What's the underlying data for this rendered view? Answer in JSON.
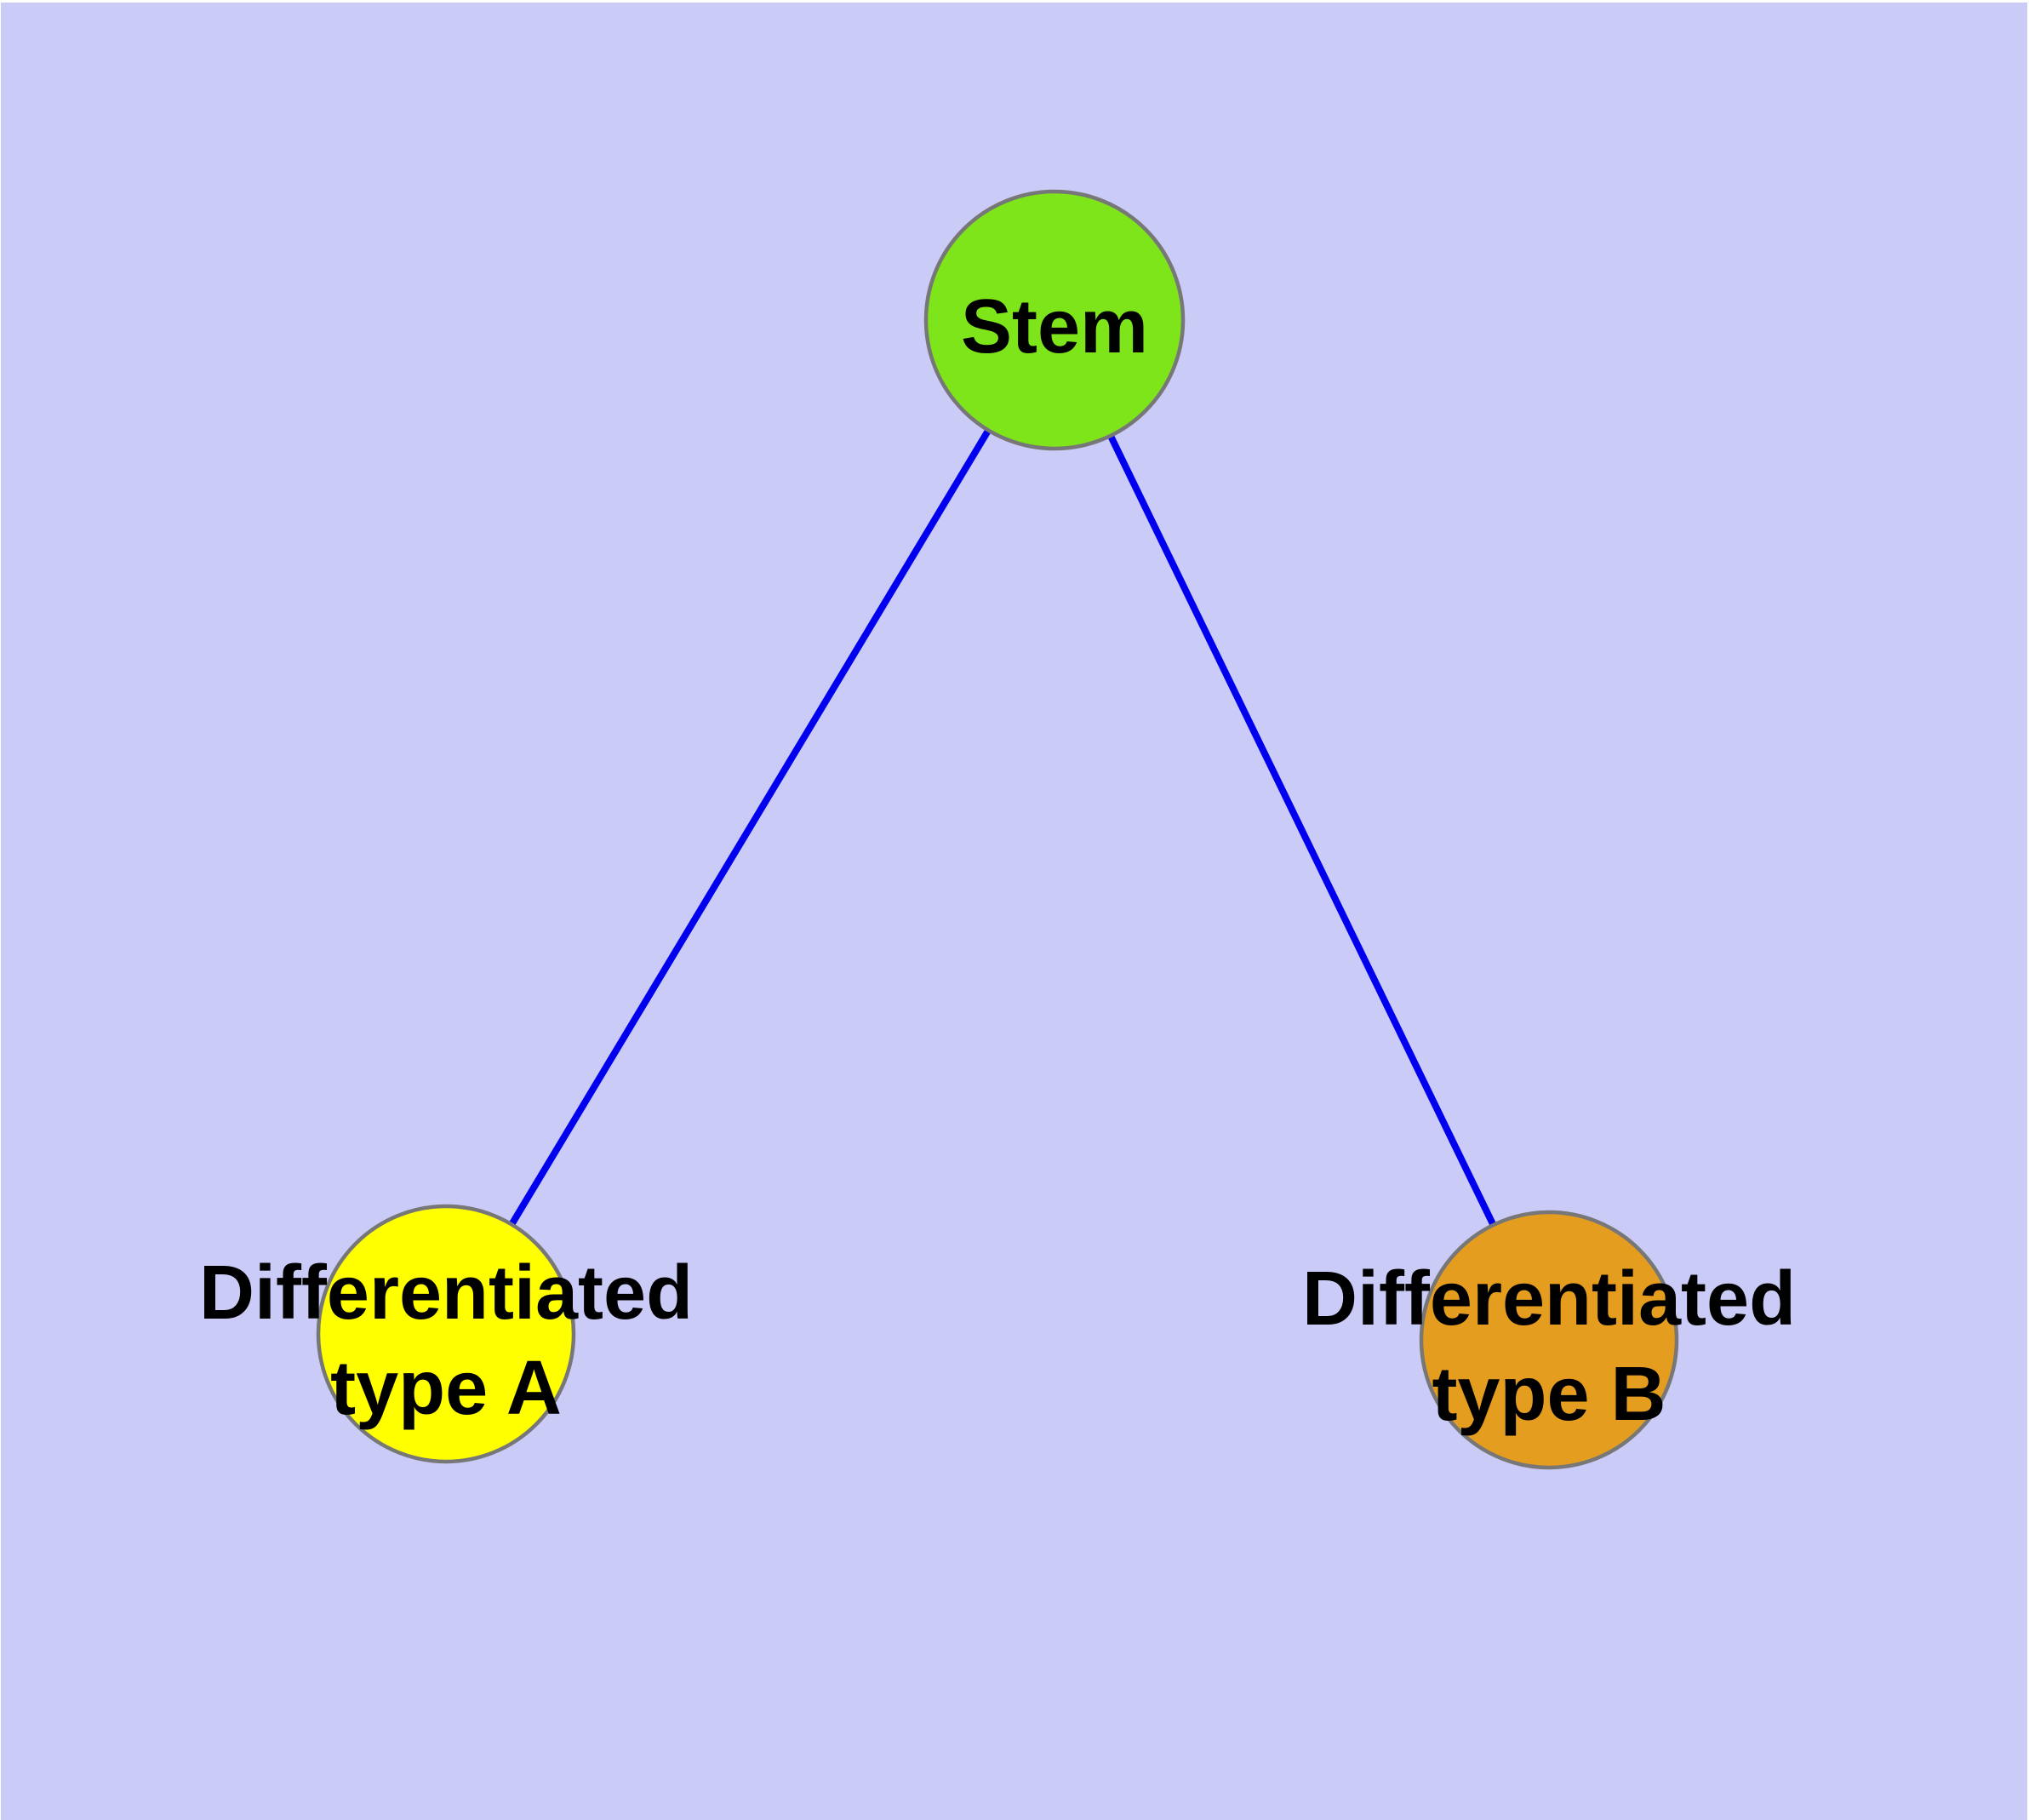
{
  "style": {
    "background": "#cbcbf7",
    "edge": "#0000ee",
    "node_border": "#777777",
    "text": "#000000"
  },
  "graph": {
    "nodes": [
      {
        "id": "stem",
        "label_lines": [
          "Stem"
        ],
        "fill": "#7ee51b"
      },
      {
        "id": "differentiated-type-a",
        "label_lines": [
          "Differentiated",
          "type A"
        ],
        "fill": "#ffff00"
      },
      {
        "id": "differentiated-type-b",
        "label_lines": [
          "Differentiated",
          "type B"
        ],
        "fill": "#e49d1f"
      }
    ],
    "edges": [
      {
        "from": "stem",
        "to": "differentiated-type-a"
      },
      {
        "from": "stem",
        "to": "differentiated-type-b"
      }
    ]
  }
}
